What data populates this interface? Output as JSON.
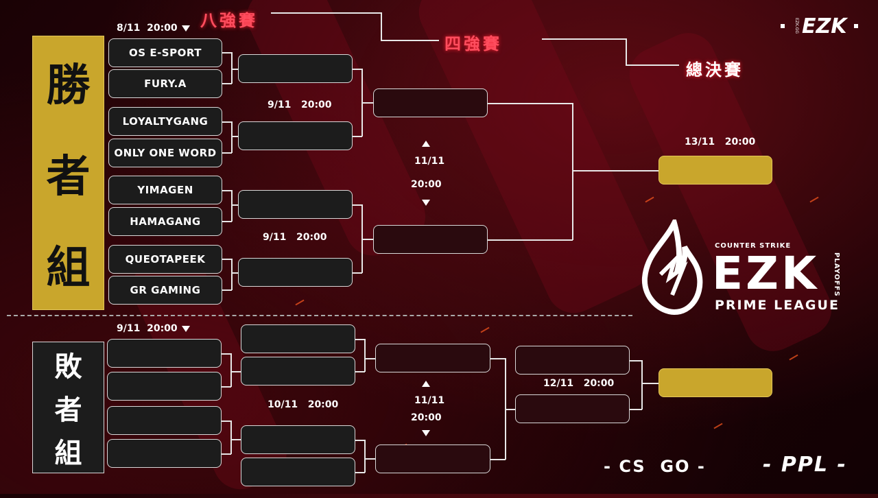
{
  "stages": {
    "round8": "八強賽",
    "round4": "四強賽",
    "final": "總決賽"
  },
  "groups": {
    "winners": [
      "勝",
      "者",
      "組"
    ],
    "losers": [
      "敗",
      "者",
      "組"
    ]
  },
  "dates": {
    "w_r1": "8/11  20:00",
    "w_r2_top": "9/11   20:00",
    "w_r2_bottom": "9/11   20:00",
    "w_semi_day": "11/11",
    "w_semi_time": "20:00",
    "w_final": "13/11   20:00",
    "l_r1": "9/11  20:00",
    "l_r2": "10/11   20:00",
    "l_semi_day": "11/11",
    "l_semi_time": "20:00",
    "l_final": "12/11   20:00"
  },
  "teams": [
    "OS E-SPORT",
    "FURY.A",
    "LOYALTYGANG",
    "ONLY ONE WORD",
    "YIMAGEN",
    "HAMAGANG",
    "QUEOTAPEEK",
    "GR GAMING"
  ],
  "brand": {
    "corner_logo": "EZK",
    "corner_small": "EZK.GG",
    "counter_strike": "COUNTER STRIKE",
    "ezk": "EZK",
    "prime_league": "PRIME LEAGUE",
    "playoffs": "PLAYOFFS",
    "csgo": "- CS  GO -",
    "ppl": "- PPL -"
  },
  "colors": {
    "gold": "#c9a62c",
    "neon_red": "#ff4d5e",
    "bg": "#1a0205"
  }
}
